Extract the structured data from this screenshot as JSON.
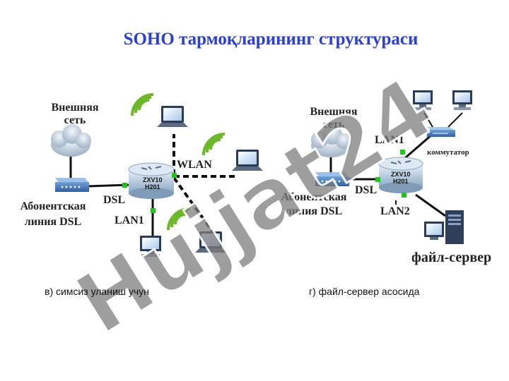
{
  "title": "SOHO тармоқларининг структураси",
  "left": {
    "external_net": [
      "Внешняя",
      "сеть"
    ],
    "dsl_line": [
      "Абонентская",
      "линия DSL"
    ],
    "dsl_label": "DSL",
    "wlan_label": "WLAN",
    "lan1_label": "LAN1",
    "router_text": [
      "ZXV10",
      "H201"
    ],
    "caption": "в) симсиз уланиш учун"
  },
  "right": {
    "external_net": [
      "Внешняя",
      "сеть"
    ],
    "dsl_line": [
      "Абонентская",
      "линия DSL"
    ],
    "dsl_label": "DSL",
    "lan1_label": "LAN1",
    "lan2_label": "LAN2",
    "switch_label": "коммутатор",
    "server_label": "файл-сервер",
    "router_text": [
      "ZXV10",
      "H201"
    ],
    "caption": "г) файл-сервер асосида"
  },
  "watermark": "Hujjat24",
  "colors": {
    "title": "#2b3fd1",
    "link_dot": "#22c41e",
    "wifi": "#6cb82a",
    "watermark_a": "#7c7c7c",
    "watermark_b": "#e6dcf2"
  }
}
